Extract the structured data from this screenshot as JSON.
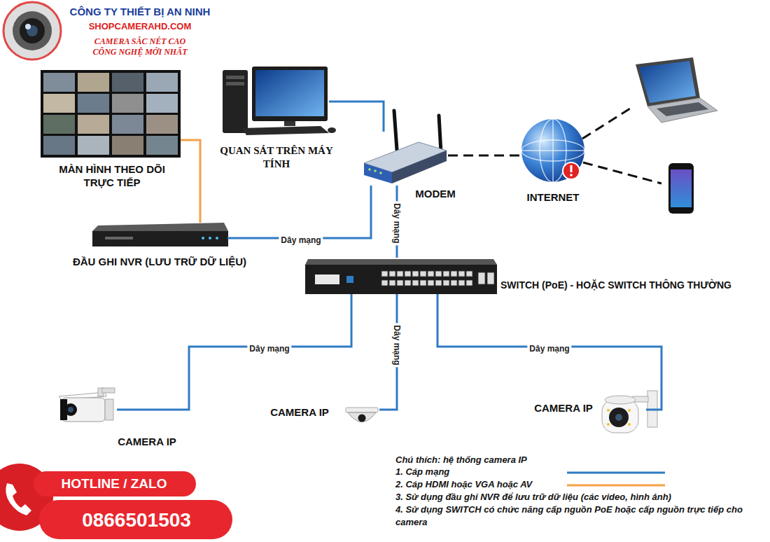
{
  "diagram": {
    "nodes": [
      {
        "text": [
          "MÀN HÌNH THEO DÕI TRỰC TIẾP"
        ]
      },
      {
        "text": [
          "QUAN SÁT TRÊN MÁY TÍNH"
        ]
      },
      {
        "text": [
          "MODEM"
        ]
      },
      {
        "text": [
          "INTERNET"
        ]
      },
      {
        "text": [
          "ĐẦU GHI NVR (LƯU TRỮ DỮ LIỆU)"
        ]
      },
      {
        "text": [
          "SWITCH (PoE) - HOẶC SWITCH THÔNG THƯỜNG"
        ]
      },
      {
        "text": [
          "CAMERA IP"
        ]
      },
      {
        "text": [
          "CAMERA IP"
        ]
      },
      {
        "text": [
          "CAMERA IP"
        ]
      }
    ],
    "edges": [
      {
        "from": 0,
        "to": 4,
        "arrow": "none"
      },
      {
        "from": 1,
        "to": 2,
        "arrow": "none"
      },
      {
        "from": 2,
        "to": 3,
        "arrow": "none"
      },
      {
        "from": 4,
        "to": 2,
        "label": "Dây mạng",
        "arrow": "none"
      },
      {
        "from": 2,
        "to": 5,
        "label": "Dây mạng",
        "arrow": "none"
      },
      {
        "from": 5,
        "to": 6,
        "label": "Dây mạng",
        "arrow": "none"
      },
      {
        "from": 5,
        "to": 7,
        "label": "Dây mạng",
        "arrow": "none"
      },
      {
        "from": 5,
        "to": 8,
        "label": "Dây mạng",
        "arrow": "none"
      }
    ],
    "labels": [
      "CÔNG TY THIẾT BỊ AN NINH",
      "SHOPCAMERAHD.COM",
      "CAMERA SẮC NÉT CAO",
      "CÔNG NGHỆ MỚI NHẤT",
      "Chú thích: hệ thống camera IP",
      "HOTLINE / ZALO",
      "0866501503"
    ],
    "legend": [
      {
        "text": "1. Cáp mạng"
      },
      {
        "text": "2. Cáp HDMI hoặc VGA hoặc AV"
      },
      {
        "text": "3. Sử dụng đầu ghi NVR để lưu trữ dữ liệu (các video, hình ảnh)"
      },
      {
        "text": "4. Sử dụng SWITCH có chức năng cấp nguồn PoE hoặc cấp nguồn trực tiếp cho camera"
      }
    ]
  }
}
